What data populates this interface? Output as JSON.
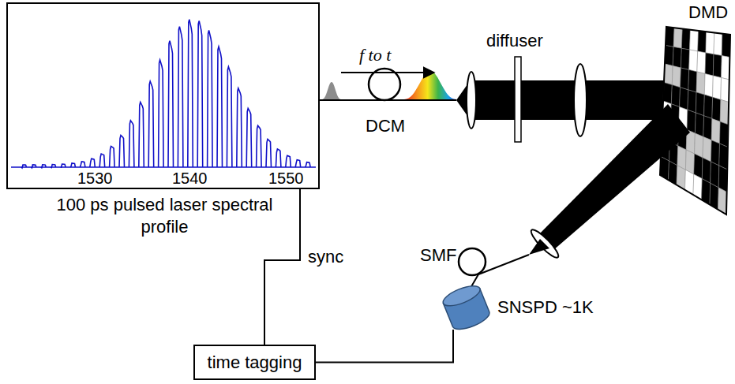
{
  "diagram": {
    "nodes": [
      {
        "text": [
          "100 ps pulsed laser spectral profile"
        ]
      },
      {
        "text": [
          "SNSPD ~1K"
        ]
      },
      {
        "text": [
          "time tagging"
        ]
      }
    ],
    "edges": [
      {
        "from": 0,
        "to": 2,
        "label": "sync",
        "arrow": "none"
      },
      {
        "from": 1,
        "to": 2,
        "arrow": "none"
      }
    ],
    "labels": [
      "1530",
      "1540",
      "1550",
      "f to t",
      "DCM",
      "diffuser",
      "DMD",
      "SMF"
    ]
  }
}
